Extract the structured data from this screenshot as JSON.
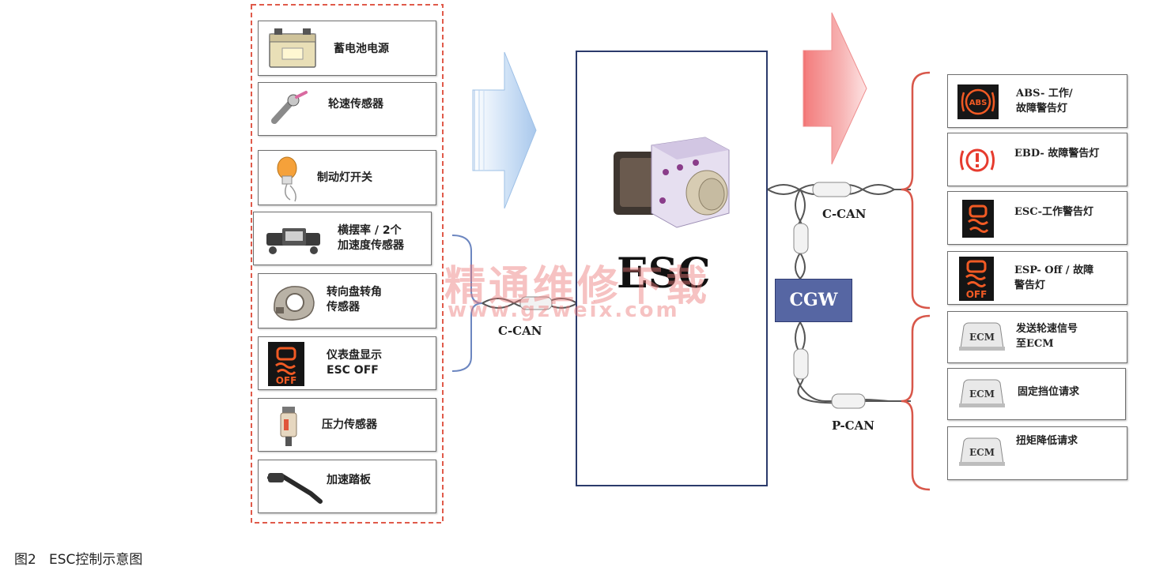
{
  "inputs": [
    {
      "label": "蓄电池电源",
      "icon": "battery-icon"
    },
    {
      "label": "轮速传感器",
      "icon": "wheel-speed-sensor-icon"
    },
    {
      "label": "制动灯开关",
      "icon": "brake-light-switch-icon"
    },
    {
      "label": "横摆率 / 2个\n加速度传感器",
      "icon": "yaw-rate-sensor-icon"
    },
    {
      "label": "转向盘转角\n传感器",
      "icon": "steering-angle-sensor-icon"
    },
    {
      "label": "仪表盘显示\nESC OFF",
      "icon": "esc-off-indicator-icon"
    },
    {
      "label": "压力传感器",
      "icon": "pressure-sensor-icon"
    },
    {
      "label": "加速踏板",
      "icon": "accelerator-pedal-icon"
    }
  ],
  "outputs": [
    {
      "label": "ABS- 工作/\n故障警告灯",
      "icon": "abs-warning-icon"
    },
    {
      "label": "EBD- 故障警告灯",
      "icon": "ebd-warning-icon"
    },
    {
      "label": "ESC-工作警告灯",
      "icon": "esc-warning-icon"
    },
    {
      "label": "ESP- Off / 故障\n警告灯",
      "icon": "esp-off-warning-icon"
    },
    {
      "label": "发送轮速信号\n至ECM",
      "icon": "ecm-icon"
    },
    {
      "label": "固定挡位请求",
      "icon": "ecm-icon"
    },
    {
      "label": "扭矩降低请求",
      "icon": "ecm-icon"
    }
  ],
  "center": {
    "title": "ESC"
  },
  "gateway": {
    "label": "CGW"
  },
  "buses": {
    "left": "C-CAN",
    "right_top": "C-CAN",
    "right_bottom": "P-CAN"
  },
  "icon_text": {
    "abs": "ABS",
    "off": "OFF",
    "ecm": "ECM"
  },
  "watermark": {
    "line1": "精通维修下载",
    "line2": "www.gzweix.com"
  },
  "caption": "图2   ESC控制示意图",
  "colors": {
    "dashed_frame": "#e05a4a",
    "blue_arrow": "#bcd6f2",
    "red_arrow": "#f4a5a5",
    "gateway": "#5666a3",
    "brace_red": "#d8574a",
    "brace_blue": "#6c86c0"
  }
}
